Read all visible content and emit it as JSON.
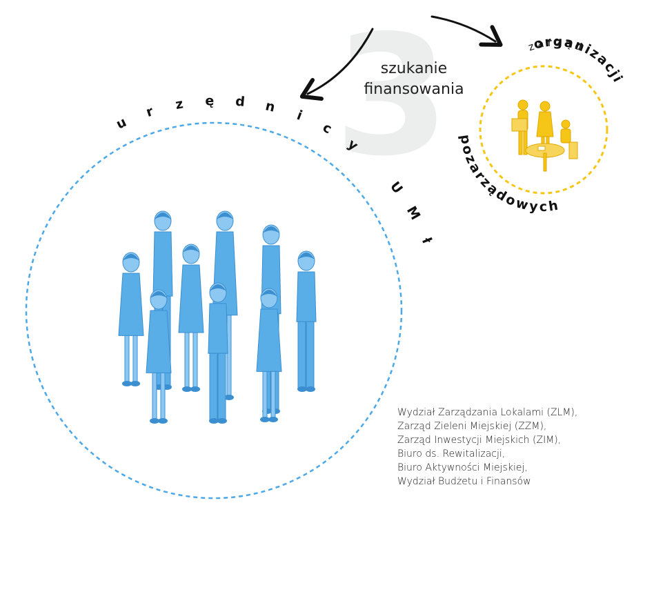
{
  "step_number": "3",
  "arrow_label": {
    "line1": "szukanie",
    "line2": "finansowania"
  },
  "left_group": {
    "label": "urzędnicy UMŁ",
    "label_letters": [
      "u",
      "r",
      "z",
      "ę",
      "d",
      "n",
      "i",
      "c",
      "y",
      " ",
      "U",
      "M",
      "ł"
    ],
    "circle_color": "#4aa8e8",
    "illustration": "group-of-city-officials-illustration",
    "departments": [
      "Wydział Zarządzania Lokalami (ZLM),",
      "Zarząd Zieleni Miejskiej (ZZM),",
      "Zarząd Inwestycji Miejskich (ZIM),",
      "Biuro ds. Rewitalizacji,",
      "Biuro Aktywności Miejskiej,",
      "Wydział Budżetu i Finansów"
    ]
  },
  "right_group": {
    "label_line1": "zarząd",
    "label_line2": "organizacji",
    "label_line3": "pozarządowych",
    "circle_color": "#f5c518",
    "illustration": "ngo-team-illustration"
  },
  "colors": {
    "people_blue": "#5aaee8",
    "ngo_yellow": "#f5c518",
    "big_number_gray": "#eceeee",
    "arrow": "#111111"
  }
}
